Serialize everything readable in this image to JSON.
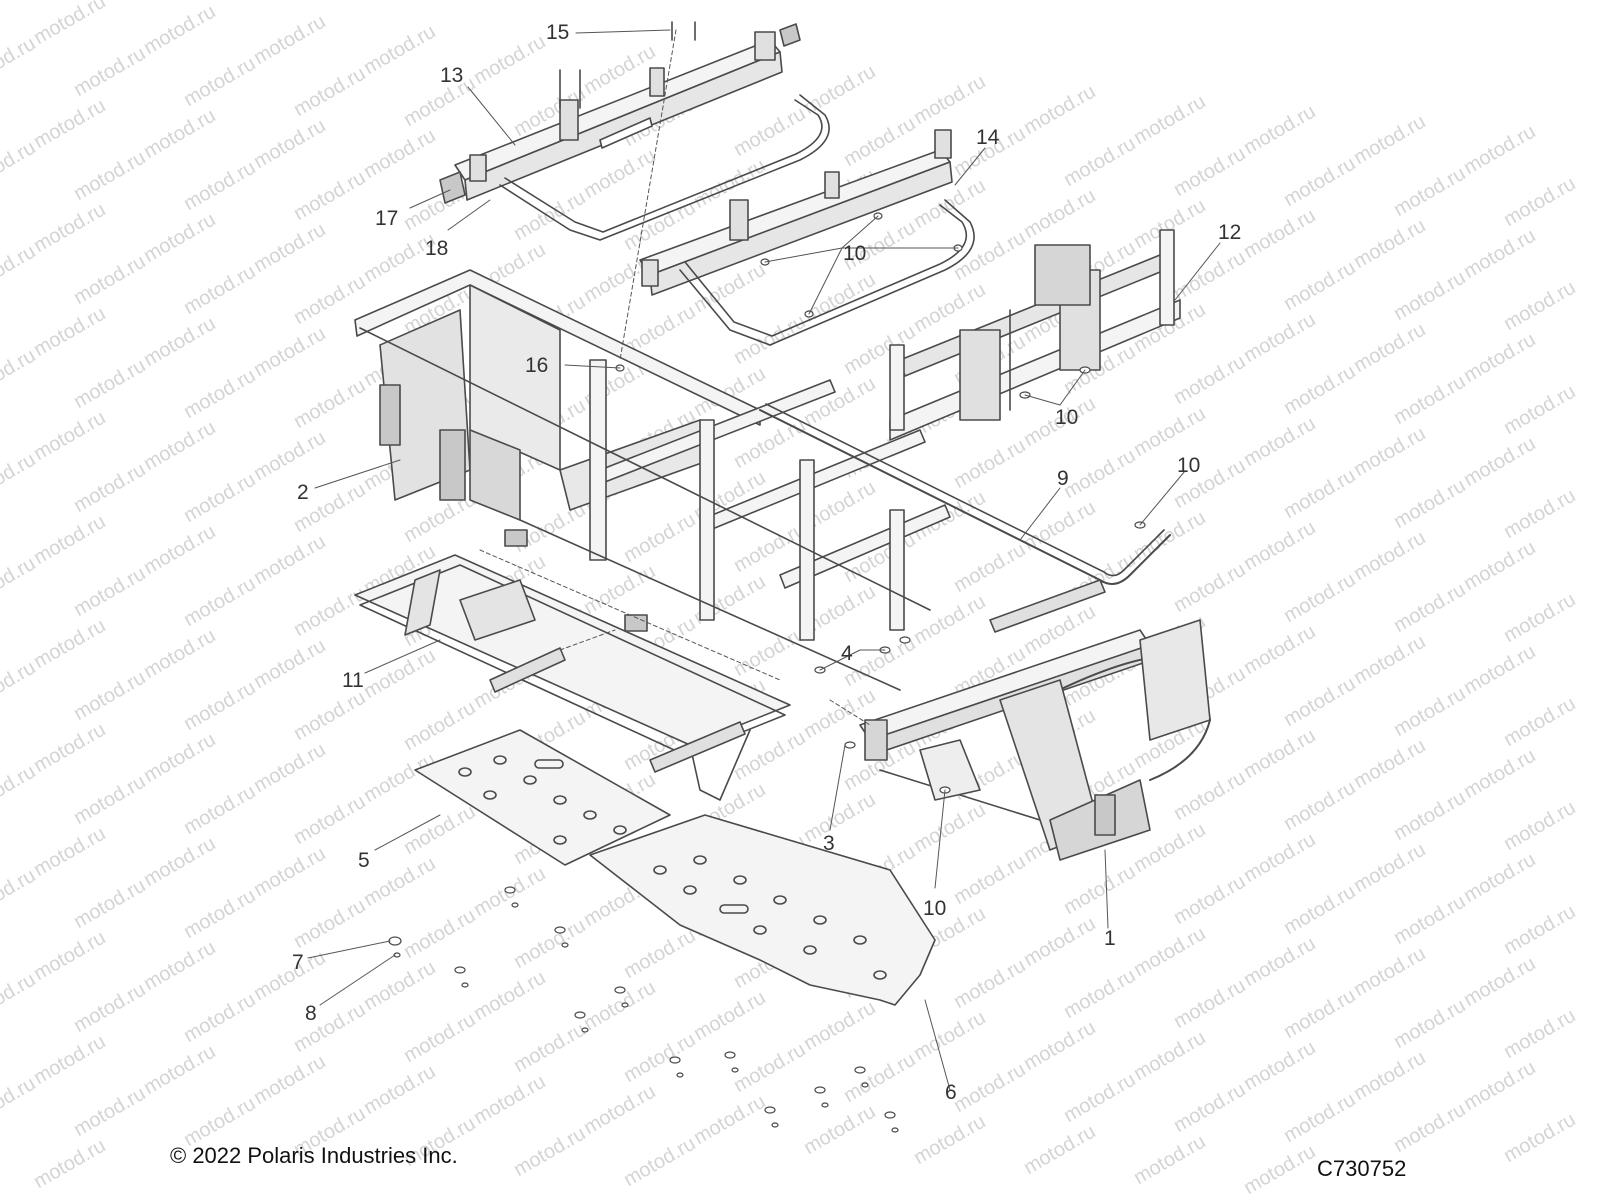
{
  "watermark": "motod.ru",
  "callouts": {
    "c15": "15",
    "c13": "13",
    "c14": "14",
    "c17": "17",
    "c18": "18",
    "c10a": "10",
    "c12": "12",
    "c16": "16",
    "c10b": "10",
    "c2": "2",
    "c9": "9",
    "c10c": "10",
    "c11": "11",
    "c4": "4",
    "c5": "5",
    "c3": "3",
    "c10d": "10",
    "c1": "1",
    "c7": "7",
    "c8": "8",
    "c6": "6"
  },
  "footer": {
    "copyright": "© 2022 Polaris Industries Inc.",
    "code": "C730752"
  },
  "colors": {
    "line": "#4a4a4a",
    "fill": "#f4f4f4",
    "shade": "#c8c8c8",
    "watermark": "#d4d4d4"
  }
}
